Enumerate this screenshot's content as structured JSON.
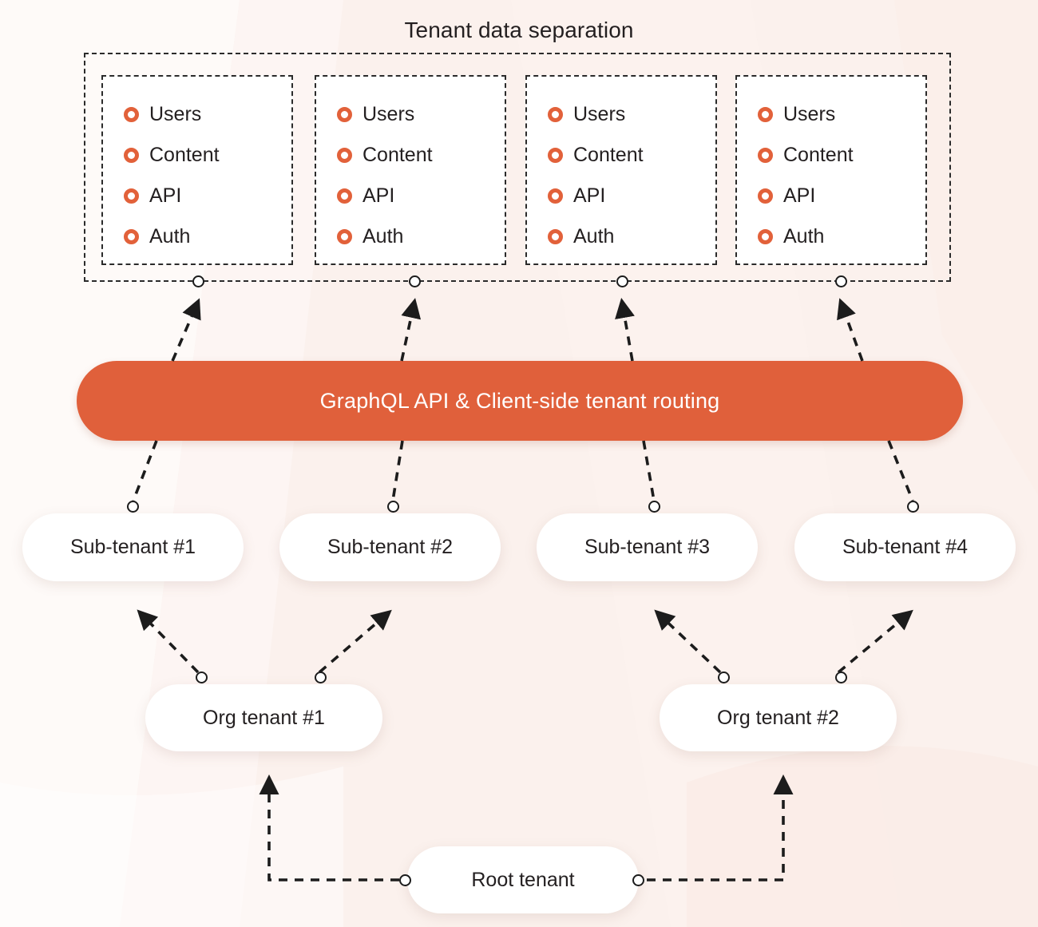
{
  "diagram": {
    "title": "Tenant data separation",
    "colors": {
      "accent_orange": "#e0603b",
      "bullet_orange": "#e2613a",
      "background": "#fbf1ed",
      "node_fill": "#ffffff",
      "line": "#1c1c1c",
      "text": "#231f20",
      "bar_text": "#ffffff"
    }
  },
  "separation_group": {
    "label": "Tenant data separation",
    "resource_labels": [
      "Users",
      "Content",
      "API",
      "Auth"
    ],
    "tenant_boxes": [
      {
        "resources": [
          "Users",
          "Content",
          "API",
          "Auth"
        ]
      },
      {
        "resources": [
          "Users",
          "Content",
          "API",
          "Auth"
        ]
      },
      {
        "resources": [
          "Users",
          "Content",
          "API",
          "Auth"
        ]
      },
      {
        "resources": [
          "Users",
          "Content",
          "API",
          "Auth"
        ]
      }
    ]
  },
  "api_bar": {
    "label": "GraphQL API & Client-side tenant routing"
  },
  "sub_tenants": [
    {
      "label": "Sub-tenant #1"
    },
    {
      "label": "Sub-tenant #2"
    },
    {
      "label": "Sub-tenant #3"
    },
    {
      "label": "Sub-tenant #4"
    }
  ],
  "org_tenants": [
    {
      "label": "Org tenant #1"
    },
    {
      "label": "Org tenant #2"
    }
  ],
  "root_tenant": {
    "label": "Root tenant"
  },
  "chart_data": {
    "type": "diagram",
    "title": "Tenant data separation",
    "nodes": [
      {
        "id": "root",
        "label": "Root tenant",
        "level": 0
      },
      {
        "id": "org1",
        "label": "Org tenant #1",
        "level": 1
      },
      {
        "id": "org2",
        "label": "Org tenant #2",
        "level": 1
      },
      {
        "id": "sub1",
        "label": "Sub-tenant #1",
        "level": 2
      },
      {
        "id": "sub2",
        "label": "Sub-tenant #2",
        "level": 2
      },
      {
        "id": "sub3",
        "label": "Sub-tenant #3",
        "level": 2
      },
      {
        "id": "sub4",
        "label": "Sub-tenant #4",
        "level": 2
      },
      {
        "id": "api",
        "label": "GraphQL API & Client-side tenant routing",
        "level": 3
      },
      {
        "id": "box1",
        "label": "Users / Content / API / Auth",
        "level": 4
      },
      {
        "id": "box2",
        "label": "Users / Content / API / Auth",
        "level": 4
      },
      {
        "id": "box3",
        "label": "Users / Content / API / Auth",
        "level": 4
      },
      {
        "id": "box4",
        "label": "Users / Content / API / Auth",
        "level": 4
      }
    ],
    "edges": [
      {
        "from": "root",
        "to": "org1",
        "style": "dashed-arrow"
      },
      {
        "from": "root",
        "to": "org2",
        "style": "dashed-arrow"
      },
      {
        "from": "org1",
        "to": "sub1",
        "style": "dashed-arrow"
      },
      {
        "from": "org1",
        "to": "sub2",
        "style": "dashed-arrow"
      },
      {
        "from": "org2",
        "to": "sub3",
        "style": "dashed-arrow"
      },
      {
        "from": "org2",
        "to": "sub4",
        "style": "dashed-arrow"
      },
      {
        "from": "sub1",
        "to": "api",
        "style": "dashed"
      },
      {
        "from": "sub2",
        "to": "api",
        "style": "dashed"
      },
      {
        "from": "sub3",
        "to": "api",
        "style": "dashed"
      },
      {
        "from": "sub4",
        "to": "api",
        "style": "dashed"
      },
      {
        "from": "api",
        "to": "box1",
        "style": "dashed-arrow"
      },
      {
        "from": "api",
        "to": "box2",
        "style": "dashed-arrow"
      },
      {
        "from": "api",
        "to": "box3",
        "style": "dashed-arrow"
      },
      {
        "from": "api",
        "to": "box4",
        "style": "dashed-arrow"
      }
    ]
  }
}
